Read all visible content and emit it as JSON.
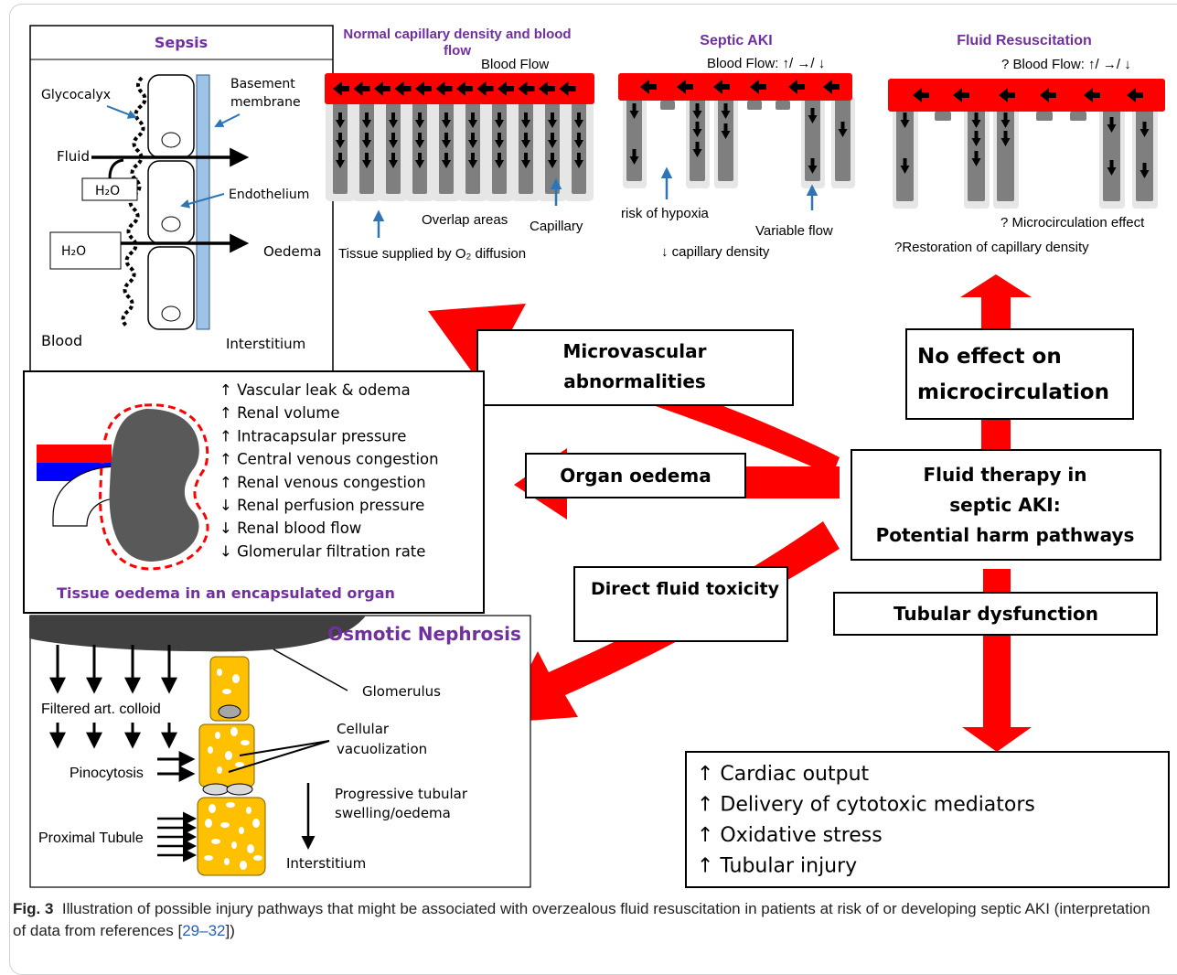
{
  "sepsis_panel": {
    "title": "Sepsis",
    "glycocalyx": "Glycocalyx",
    "basement_membrane_line1": "Basement",
    "basement_membrane_line2": "membrane",
    "fluid": "Fluid",
    "h2o_top": "H₂O",
    "endothelium": "Endothelium",
    "h2o_bottom": "H₂O",
    "oedema": "Oedema",
    "blood": "Blood",
    "interstitium": "Interstitium"
  },
  "normal_panel": {
    "title_line1": "Normal capillary density and blood",
    "title_line2": "flow",
    "blood_flow": "Blood Flow",
    "overlap": "Overlap areas",
    "capillary": "Capillary",
    "tissue_supplied": "Tissue supplied by O₂ diffusion"
  },
  "septic_panel": {
    "title": "Septic AKI",
    "blood_flow": "Blood Flow: ↑/ →/ ↓",
    "hypoxia": "risk of hypoxia",
    "variable_flow": "Variable  flow",
    "capillary_density": "↓ capillary density"
  },
  "resus_panel": {
    "title": "Fluid Resuscitation",
    "blood_flow": "? Blood Flow: ↑/ →/ ↓",
    "micro_effect": "? Microcirculation effect",
    "restoration": "?Restoration of capillary density"
  },
  "kidney_panel": {
    "items": [
      "↑ Vascular leak & odema",
      "↑ Renal volume",
      "↑ Intracapsular pressure",
      "↑ Central venous congestion",
      "↑ Renal venous congestion",
      "↓ Renal perfusion pressure",
      "↓ Renal blood flow",
      "↓ Glomerular  filtration rate"
    ],
    "caption": "Tissue oedema in an encapsulated organ"
  },
  "osmotic_panel": {
    "title": "Osmotic Nephrosis",
    "glomerulus": "Glomerulus",
    "filtered": "Filtered art. colloid",
    "cellular_line1": "Cellular",
    "cellular_line2": "vacuolization",
    "pinocytosis": "Pinocytosis",
    "progressive_line1": "Progressive tubular",
    "progressive_line2": "swelling/oedema",
    "proximal": "Proximal Tubule",
    "interstitium": "Interstitium"
  },
  "pathway_boxes": {
    "microvascular_line1": "Microvascular",
    "microvascular_line2": "abnormalities",
    "organ_oedema": "Organ  oedema",
    "direct_toxicity": "Direct fluid toxicity",
    "no_effect_line1": "No effect on",
    "no_effect_line2": "microcirculation",
    "central_line1": "Fluid therapy in",
    "central_line2": "septic AKI:",
    "central_line3": "Potential harm pathways",
    "tubular": "Tubular dysfunction"
  },
  "outcomes": [
    "↑ Cardiac output",
    "↑ Delivery of cytotoxic mediators",
    "↑ Oxidative stress",
    "↑ Tubular injury"
  ],
  "caption": {
    "label": "Fig. 3",
    "text_before": "Illustration of possible injury pathways that might be associated with overzealous fluid resuscitation in patients at risk of or developing septic AKI (interpretation of data from references [",
    "refs": "29–32",
    "text_after": "])"
  },
  "colors": {
    "accent_purple": "#7030a0",
    "arrow_red": "#ff0000",
    "membrane_blue": "#9dc3e6",
    "tubule_yellow": "#ffc000",
    "capillary_grey": "#7f7f7f",
    "link_blue": "#2a5fb0"
  }
}
